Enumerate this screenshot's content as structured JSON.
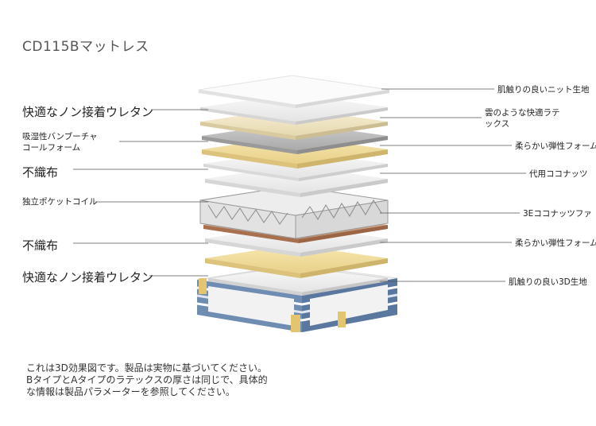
{
  "title": "CD115Bマットレス",
  "left_labels": [
    {
      "text": "快適なノン接着ウレタン"
    },
    {
      "text": "吸湿性バンブーチャ",
      "text2": "コールフォーム"
    },
    {
      "text": "不織布"
    },
    {
      "text": "独立ポケットコイル"
    },
    {
      "text": "不織布"
    },
    {
      "text": "快適なノン接着ウレタン"
    }
  ],
  "right_labels": [
    {
      "text": "肌触りの良いニット生地"
    },
    {
      "text": "雲のような快適ラテ",
      "text2": "ックス"
    },
    {
      "text": "柔らかい弾性フォーム"
    },
    {
      "text": "代用ココナッツ"
    },
    {
      "text": "3Eココナッツファ"
    },
    {
      "text": "柔らかい弾性フォーム"
    },
    {
      "text": "肌触りの良い3D生地"
    }
  ],
  "note": {
    "line1": "これは3D効果図です。製品は実物に基づいてください。",
    "line2": "BタイプとAタイプのラテックスの厚さは同じで、具体的",
    "line3": "な情報は製品パラメーターを参照してください。"
  },
  "colors": {
    "foam": "#f1f1f1",
    "cream": "#f3e7c0",
    "yellow": "#f2e09f",
    "grey_layer": "#bdbdbd",
    "coconut": "#c99a7a",
    "spring": "#e6e6e6",
    "base_blue": "#5f7ea6",
    "base_gold": "#e3c56f",
    "line": "#555555"
  }
}
